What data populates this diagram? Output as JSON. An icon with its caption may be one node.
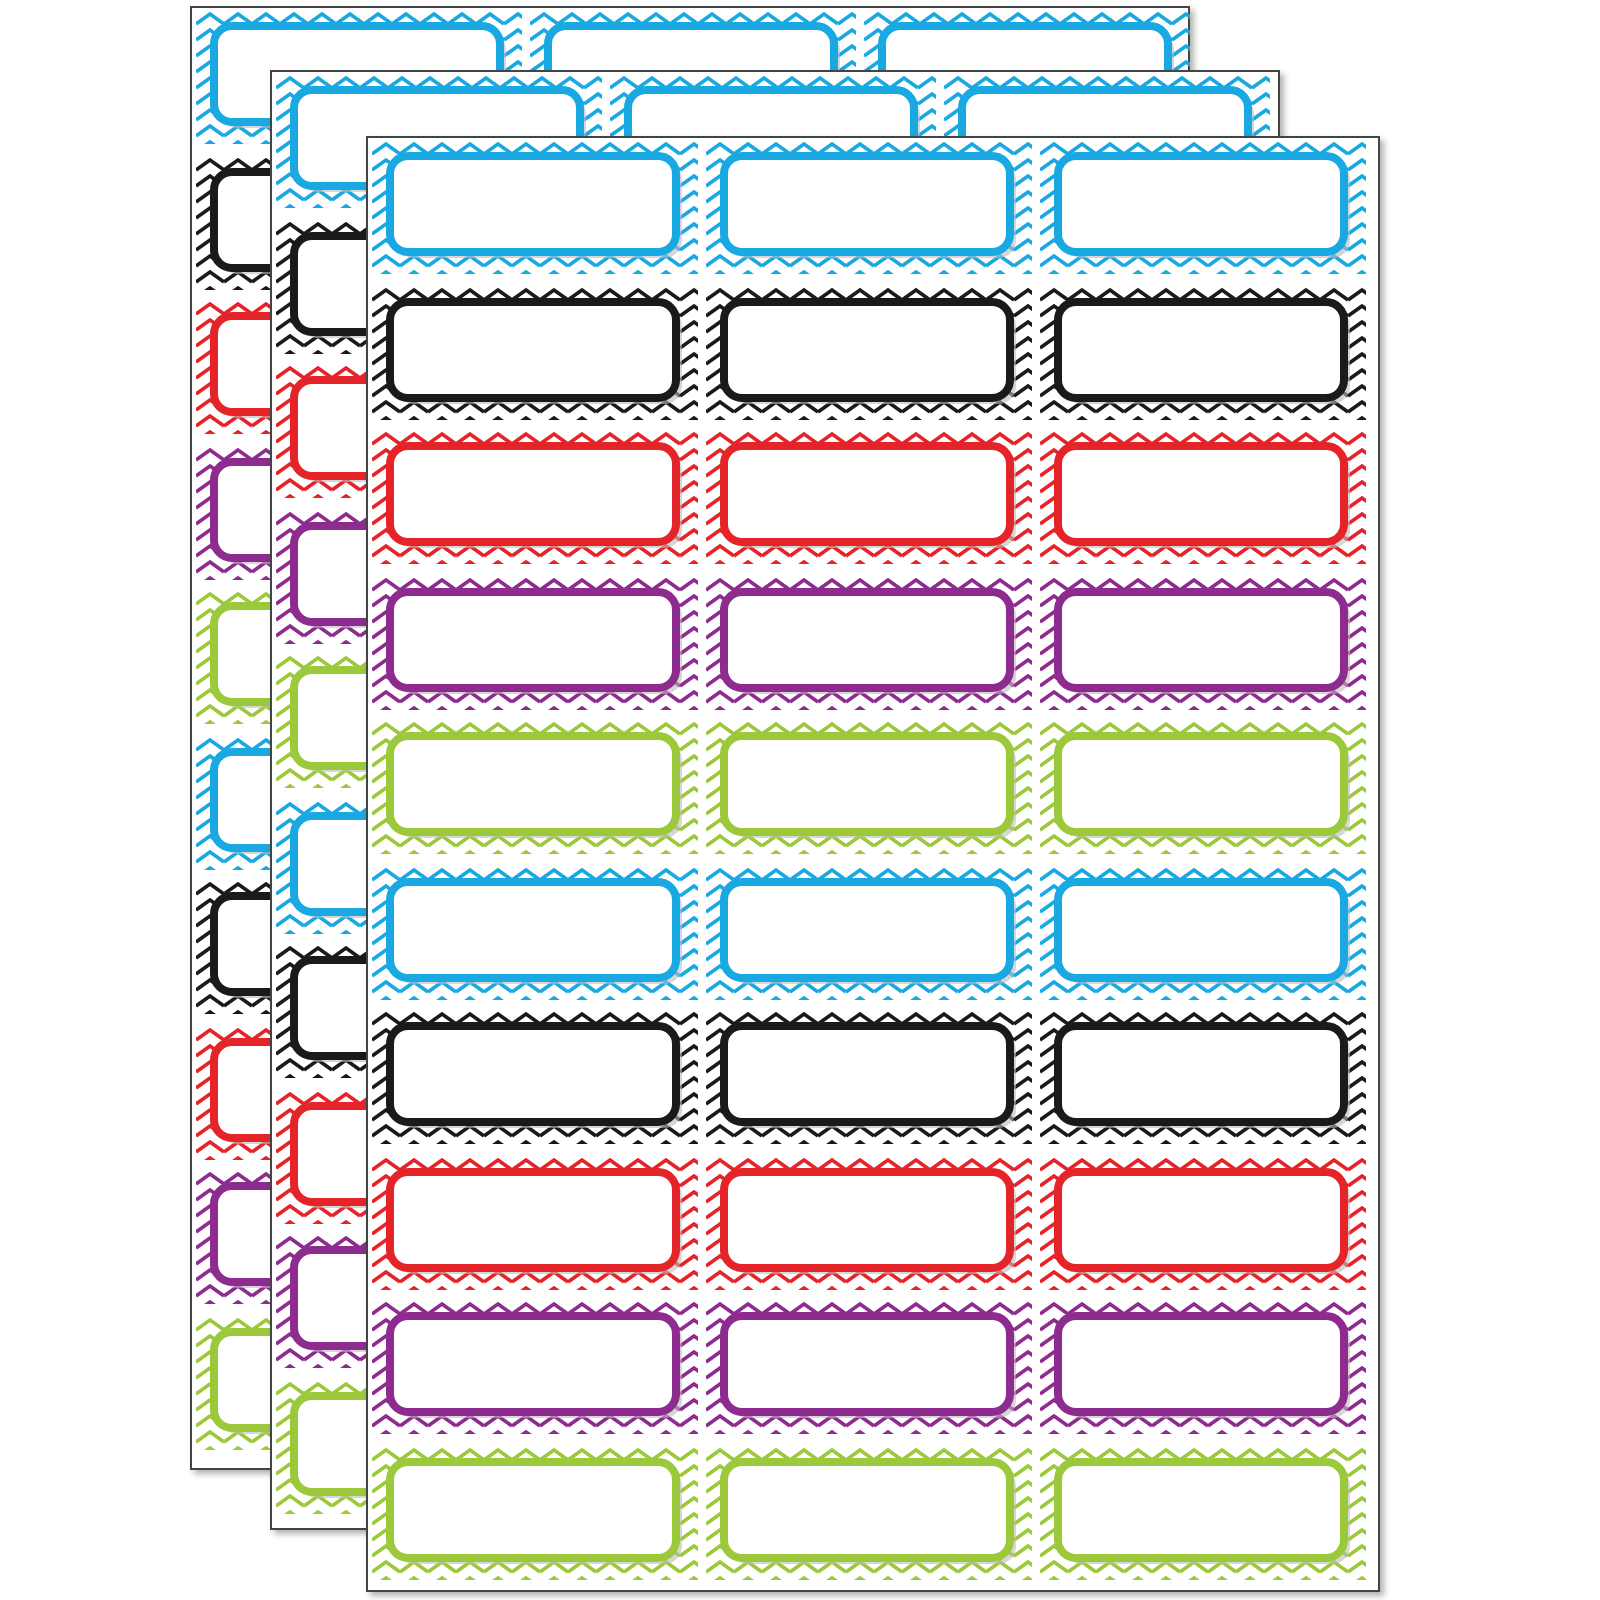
{
  "diagram": {
    "nodes": [
      {
        "text": [],
        "shape": "box"
      },
      {
        "text": [],
        "shape": "box"
      },
      {
        "text": [],
        "shape": "box"
      },
      {
        "text": [],
        "shape": "box"
      },
      {
        "text": [],
        "shape": "box"
      },
      {
        "text": [],
        "shape": "box",
        "in": 2
      },
      {
        "text": [],
        "shape": "box"
      },
      {
        "text": [],
        "shape": "box"
      },
      {
        "text": [],
        "shape": "box",
        "in": 2
      },
      {
        "text": [],
        "shape": "box"
      },
      {
        "text": [],
        "shape": "box"
      },
      {
        "text": [],
        "shape": "box",
        "in": 2
      },
      {
        "text": [],
        "shape": "box"
      },
      {
        "text": [],
        "shape": "box"
      },
      {
        "text": [],
        "shape": "box",
        "in": 2
      },
      {
        "text": [],
        "shape": "box"
      },
      {
        "text": [],
        "shape": "box"
      },
      {
        "text": [],
        "shape": "box",
        "in": 2
      },
      {
        "text": [],
        "shape": "box"
      },
      {
        "text": [],
        "shape": "box"
      },
      {
        "text": [],
        "shape": "box",
        "in": 2
      },
      {
        "text": [],
        "shape": "box"
      },
      {
        "text": [],
        "shape": "box"
      },
      {
        "text": [],
        "shape": "box",
        "in": 2
      },
      {
        "text": [],
        "shape": "box"
      },
      {
        "text": [],
        "shape": "box"
      },
      {
        "text": [],
        "shape": "box",
        "in": 2
      },
      {
        "text": [],
        "shape": "box"
      },
      {
        "text": [],
        "shape": "box"
      },
      {
        "text": [],
        "shape": "box",
        "in": 2
      },
      {
        "text": [],
        "shape": "box",
        "in": 2
      },
      {
        "text": [],
        "shape": "box",
        "in": 2
      },
      {
        "text": [],
        "shape": "box",
        "in": 2
      }
    ]
  }
}
